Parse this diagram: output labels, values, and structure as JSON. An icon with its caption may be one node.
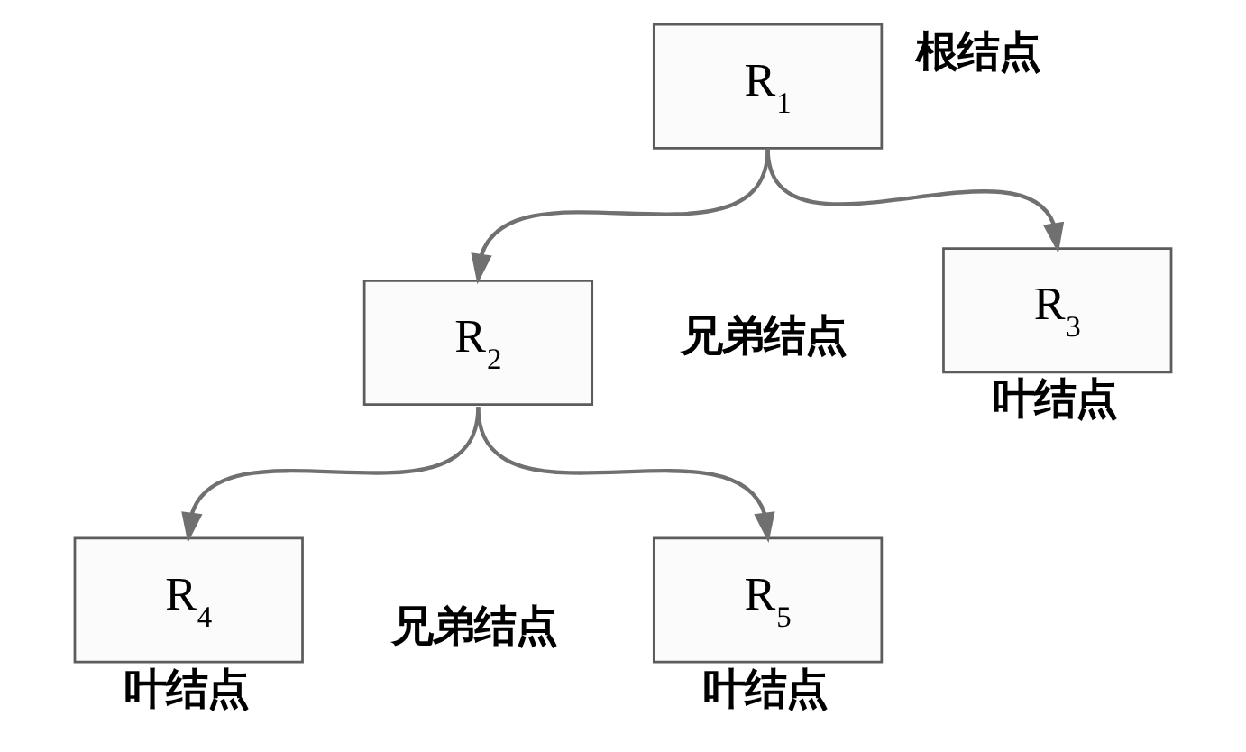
{
  "diagram": {
    "nodes": [
      {
        "text": [
          "R$_{1}$"
        ],
        "beside": [
          "根结点"
        ]
      },
      {
        "text": [
          "R$_{2}$"
        ]
      },
      {
        "text": [
          "R$_{3}$"
        ],
        "beside": [
          "叶结点"
        ]
      },
      {
        "text": [
          "R$_{4}$"
        ],
        "beside": [
          "叶结点"
        ]
      },
      {
        "text": [
          "R$_{5}$"
        ],
        "beside": [
          "叶结点"
        ]
      }
    ],
    "edges": [
      {
        "from": 0,
        "to": 1,
        "arrow": "to"
      },
      {
        "from": 0,
        "to": 2,
        "arrow": "to"
      },
      {
        "from": 1,
        "to": 3,
        "arrow": "to"
      },
      {
        "from": 1,
        "to": 4,
        "arrow": "to"
      }
    ],
    "labels": [
      "兄弟结点",
      "兄弟结点"
    ]
  }
}
